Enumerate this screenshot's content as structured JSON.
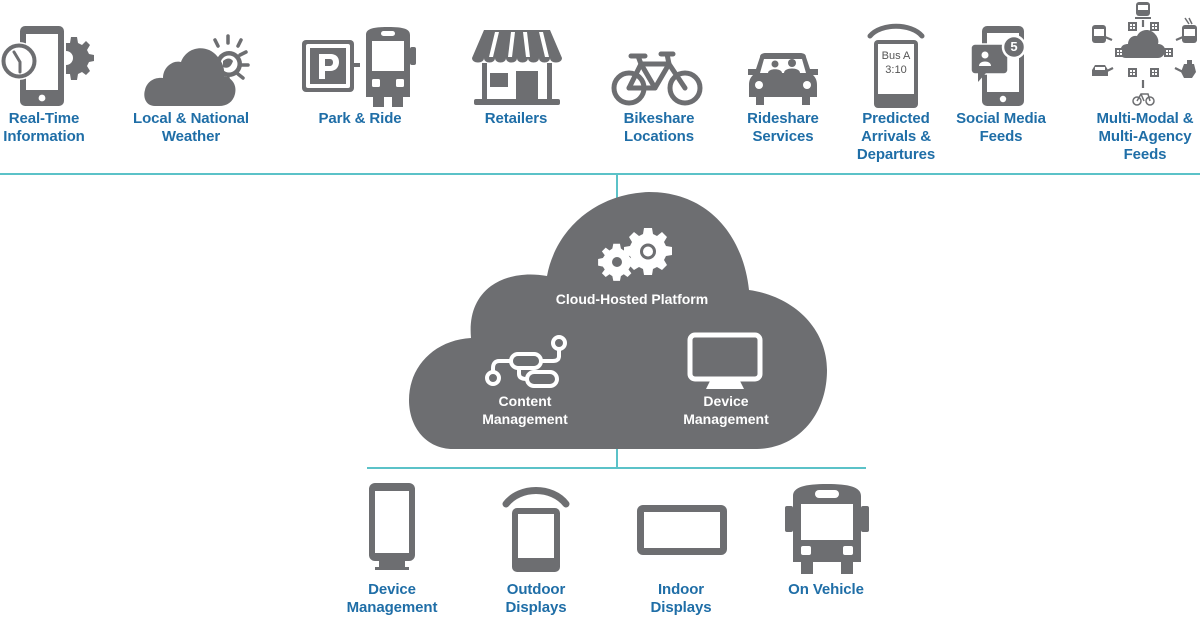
{
  "colors": {
    "label_blue": "#1f6ea7",
    "icon_gray": "#6d6e71",
    "connector_teal": "#5bc2c8",
    "cloud_gray": "#6d6e71",
    "cloud_text": "#ffffff"
  },
  "data_sources": [
    {
      "id": "real-time-information",
      "icon": "phone-clock-gear-icon",
      "label_lines": [
        "Real-Time",
        "Information"
      ]
    },
    {
      "id": "local-national-weather",
      "icon": "cloud-sun-icon",
      "label_lines": [
        "Local & National",
        "Weather"
      ]
    },
    {
      "id": "park-and-ride",
      "icon": "parking-bus-icon",
      "label_lines": [
        "Park & Ride"
      ]
    },
    {
      "id": "retailers",
      "icon": "storefront-icon",
      "label_lines": [
        "Retailers"
      ]
    },
    {
      "id": "bikeshare-locations",
      "icon": "bicycle-icon",
      "label_lines": [
        "Bikeshare",
        "Locations"
      ]
    },
    {
      "id": "rideshare-services",
      "icon": "car-passengers-icon",
      "label_lines": [
        "Rideshare",
        "Services"
      ]
    },
    {
      "id": "predicted-arrivals-departures",
      "icon": "bus-stop-sign-icon",
      "icon_text_lines": [
        "Bus A",
        "3:10"
      ],
      "label_lines": [
        "Predicted",
        "Arrivals &",
        "Departures"
      ]
    },
    {
      "id": "social-media-feeds",
      "icon": "phone-chat-notification-icon",
      "icon_badge": "5",
      "label_lines": [
        "Social Media",
        "Feeds"
      ]
    },
    {
      "id": "multi-modal-multi-agency-feeds",
      "icon": "multimodal-network-icon",
      "label_lines": [
        "Multi-Modal &",
        "Multi-Agency",
        "Feeds"
      ]
    }
  ],
  "platform": {
    "title": "Cloud-Hosted Platform",
    "title_icon": "gears-icon",
    "modules": [
      {
        "id": "content-management",
        "icon": "workflow-icon",
        "label_lines": [
          "Content",
          "Management"
        ]
      },
      {
        "id": "device-management",
        "icon": "monitor-icon",
        "label_lines": [
          "Device",
          "Management"
        ]
      }
    ]
  },
  "outputs": [
    {
      "id": "device-management",
      "icon": "kiosk-display-icon",
      "label_lines": [
        "Device",
        "Management"
      ]
    },
    {
      "id": "outdoor-displays",
      "icon": "outdoor-shelter-display-icon",
      "label_lines": [
        "Outdoor",
        "Displays"
      ]
    },
    {
      "id": "indoor-displays",
      "icon": "indoor-screen-icon",
      "label_lines": [
        "Indoor",
        "Displays"
      ]
    },
    {
      "id": "on-vehicle",
      "icon": "bus-front-icon",
      "label_lines": [
        "On Vehicle"
      ]
    }
  ]
}
